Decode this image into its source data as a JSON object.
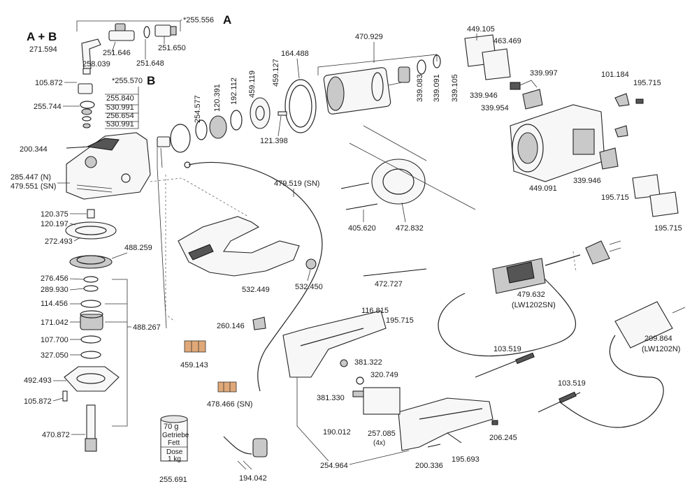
{
  "headings": {
    "a_b": "A + B",
    "a": "A",
    "b": "B"
  },
  "kits": {
    "k271594": "271.594",
    "k255556": "*255.556",
    "k255570": "*255.570"
  },
  "labels": {
    "p258039": "258.039",
    "p251646": "251.646",
    "p251648": "251.648",
    "p251650": "251.650",
    "p105872a": "105.872",
    "p255744": "255.744",
    "p255840": "255.840",
    "p530991a": "530.991",
    "p256654": "256.654",
    "p530991b": "530.991",
    "p200344": "200.344",
    "p285447": "285.447 (N)",
    "p479551": "479.551 (SN)",
    "p120375": "120.375",
    "p120197": "120.197",
    "p272493": "272.493",
    "p488259": "488.259",
    "p276456": "276.456",
    "p289930": "289.930",
    "p114456": "114.456",
    "p171042": "171.042",
    "p107700": "107.700",
    "p327050": "327.050",
    "p488267": "488.267",
    "p492493": "492.493",
    "p105872b": "105.872",
    "p470872": "470.872",
    "p254577": "254.577",
    "p120391": "120.391",
    "p192112": "192.112",
    "p459119": "459.119",
    "p459127": "459.127",
    "p164488": "164.488",
    "p121398": "121.398",
    "p470929": "470.929",
    "p339083": "339.083",
    "p339091": "339.091",
    "p339105": "339.105",
    "p449105": "449.105",
    "p463469": "463.469",
    "p339997": "339.997",
    "p339946a": "339.946",
    "p339954": "339.954",
    "p101184": "101.184",
    "p195715a": "195.715",
    "p449091": "449.091",
    "p339946b": "339.946",
    "p195715b": "195.715",
    "p195715c": "195.715",
    "p479519": "479.519 (SN)",
    "p405620": "405.620",
    "p472832": "472.832",
    "p532449": "532.449",
    "p532450": "532.450",
    "p472727": "472.727",
    "p479632a": "479.632",
    "p479632b": "(LW1202SN)",
    "p260146": "260.146",
    "p459143": "459.143",
    "p478466": "478.466 (SN)",
    "p116815": "116.815",
    "p195715d": "195.715",
    "p381322": "381.322",
    "p320749": "320.749",
    "p381330": "381.330",
    "p190012": "190.012",
    "p257085a": "257.085",
    "p257085b": "(4x)",
    "p103519a": "103.519",
    "p209864a": "209.864",
    "p209864b": "(LW1202N)",
    "p103519b": "103.519",
    "p206245": "206.245",
    "p200336": "200.336",
    "p195693": "195.693",
    "p254964": "254.964",
    "p194042": "194.042",
    "p255691": "255.691"
  },
  "grease": {
    "weight": "70 g",
    "line1": "Getriebe",
    "line2": "Fett",
    "line3": "Dose",
    "line4": "1 kg"
  }
}
